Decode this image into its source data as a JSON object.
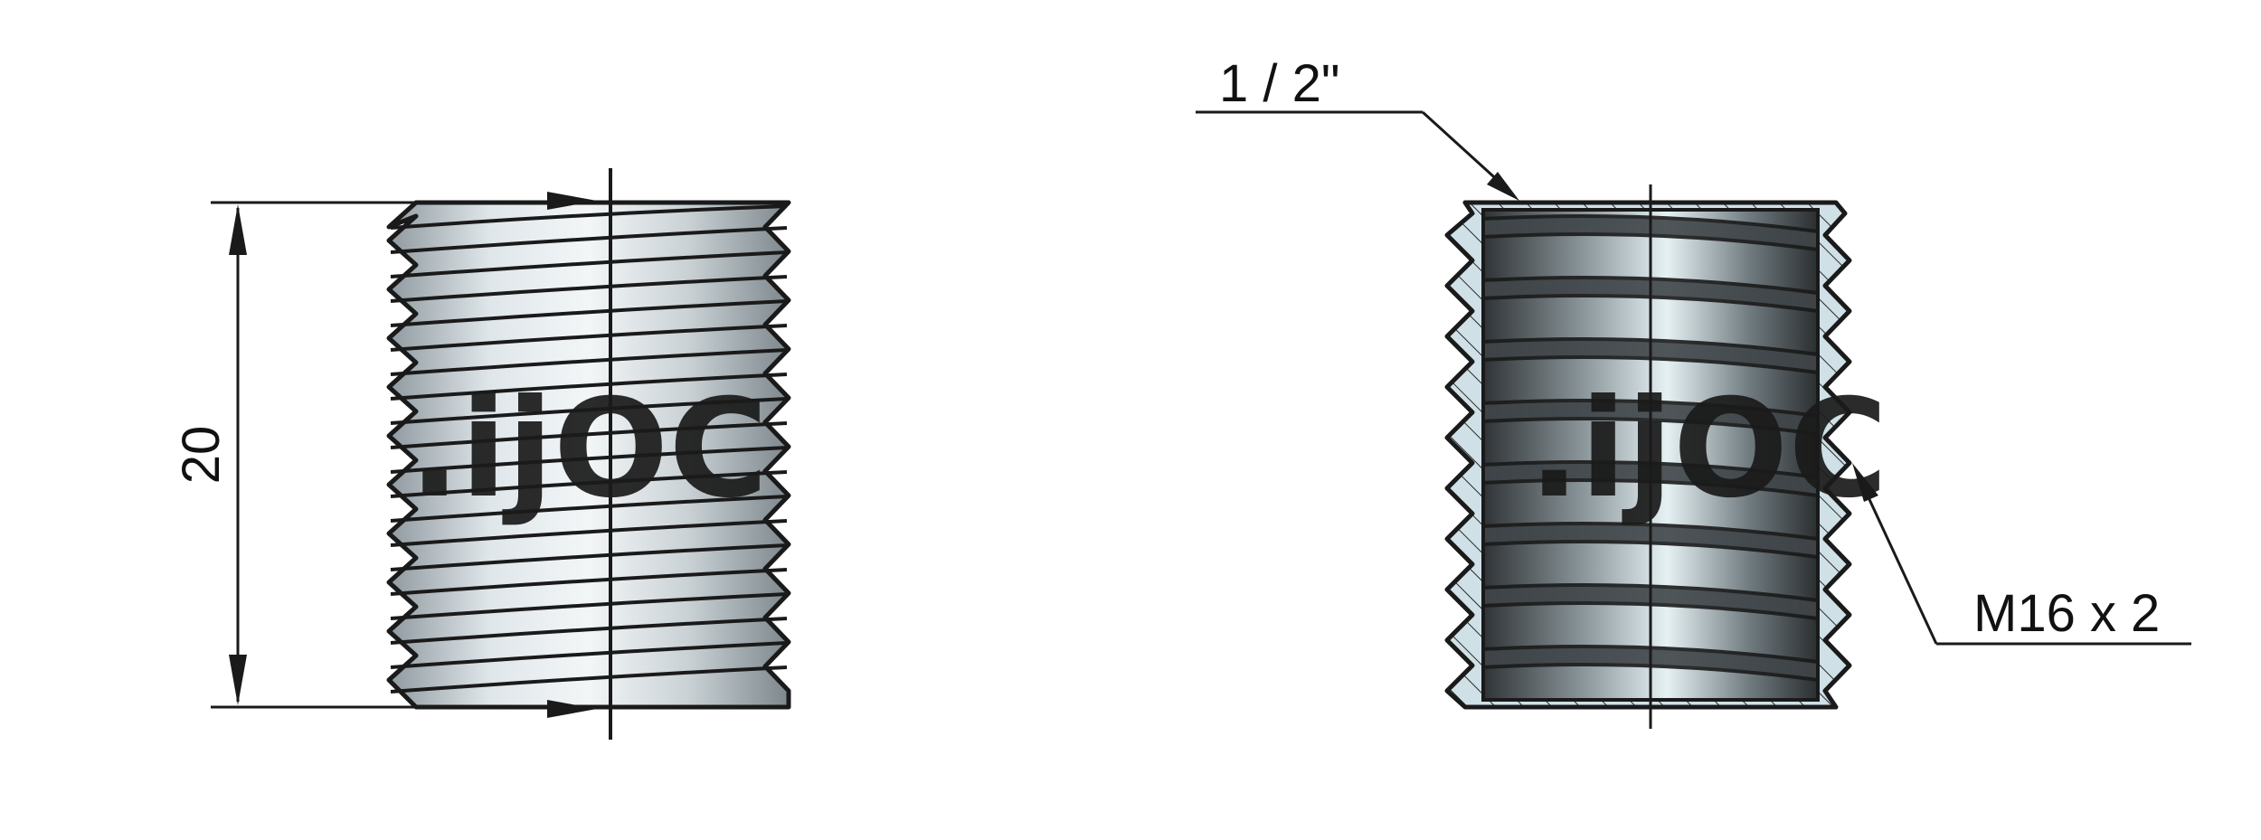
{
  "drawing": {
    "left_part": {
      "height_dimension": "20",
      "watermark": ".ijOC"
    },
    "right_part": {
      "pipe_thread_label": "1 / 2\"",
      "metric_thread_label": "M16 x 2",
      "watermark": ".ijOC"
    }
  },
  "colors": {
    "outline": "#1a1a1a",
    "steel_light": "#dfe6ea",
    "steel_mid": "#a9b4ba",
    "steel_dark": "#5e676c",
    "bore_light": "#d4e6ec",
    "bore_dark": "#3a3f42"
  }
}
